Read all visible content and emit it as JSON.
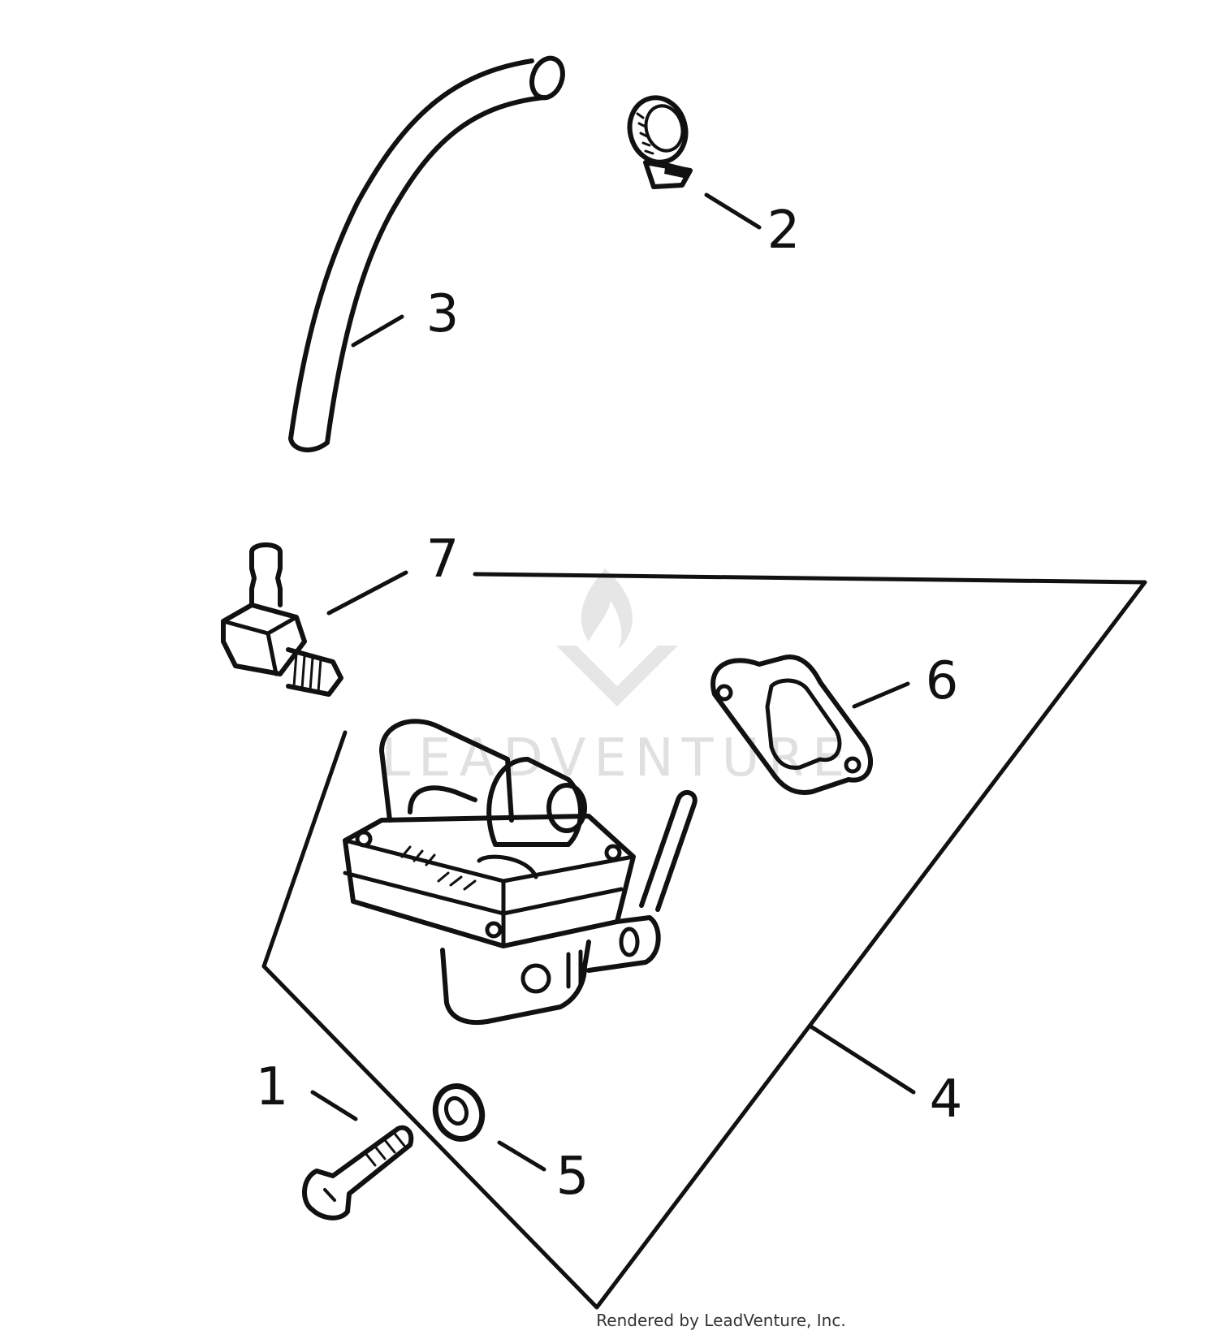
{
  "callouts": {
    "c1": "1",
    "c2": "2",
    "c3": "3",
    "c4": "4",
    "c5": "5",
    "c6": "6",
    "c7": "7"
  },
  "watermark": {
    "text": "LEADVENTURE",
    "icon": "flame-v-logo-icon",
    "color": "#e0e0e0"
  },
  "footer": {
    "credit": "Rendered by LeadVenture, Inc."
  },
  "parts": [
    {
      "callout": "1",
      "icon": "screw-icon"
    },
    {
      "callout": "2",
      "icon": "hose-clamp-icon"
    },
    {
      "callout": "3",
      "icon": "fuel-hose-icon"
    },
    {
      "callout": "4",
      "icon": "fuel-pump-icon"
    },
    {
      "callout": "5",
      "icon": "washer-icon"
    },
    {
      "callout": "6",
      "icon": "gasket-icon"
    },
    {
      "callout": "7",
      "icon": "elbow-fitting-icon"
    }
  ]
}
